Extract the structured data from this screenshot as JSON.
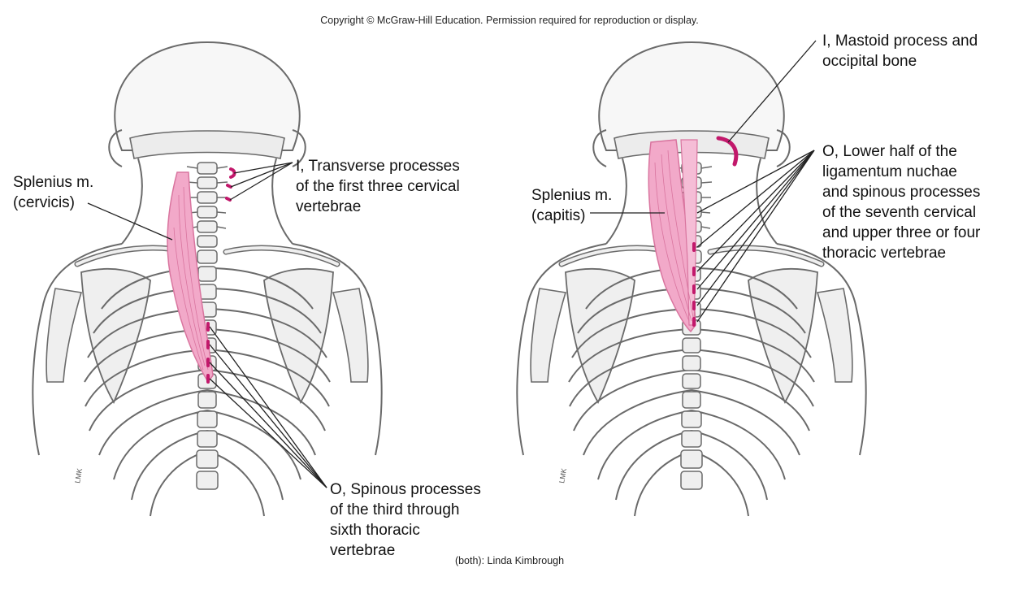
{
  "header": {
    "copyright": "Copyright © McGraw-Hill Education. Permission required for reproduction or display."
  },
  "figure_left": {
    "muscle_label": "Splenius m.\n(cervicis)",
    "insertion_label": "I, Transverse processes\nof the first three cervical\nvertebrae",
    "origin_label": "O, Spinous processes\nof the third through\nsixth thoracic\nvertebrae",
    "signature": "LMK"
  },
  "figure_right": {
    "muscle_label": "Splenius m.\n(capitis)",
    "insertion_label": "I, Mastoid process and\noccipital bone",
    "origin_label": "O, Lower half of the\nligamentum nuchae\nand spinous processes\nof the seventh cervical\nand upper three or four\nthoracic vertebrae",
    "signature": "LMK"
  },
  "footer": {
    "credit": "(both): Linda Kimbrough"
  },
  "colors": {
    "muscle": "#f2a9c9",
    "muscle_edge": "#d9759f",
    "attachment": "#c2186b",
    "bone_fill": "#efefef",
    "bone_stroke": "#6a6a6a",
    "leader": "#222222"
  }
}
